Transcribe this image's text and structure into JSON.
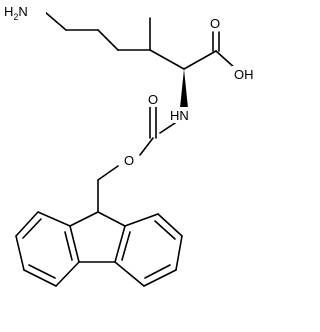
{
  "atoms": {
    "amine_symbol": "H",
    "amine_subscript": "2",
    "amine_n": "N",
    "carboxyl_oh": "OH",
    "carbonyl_o_top": "O",
    "nh_label": "HN",
    "carbamate_o": "O",
    "ester_o": "O"
  },
  "colors": {
    "bond": "#000000",
    "background": "#ffffff"
  }
}
